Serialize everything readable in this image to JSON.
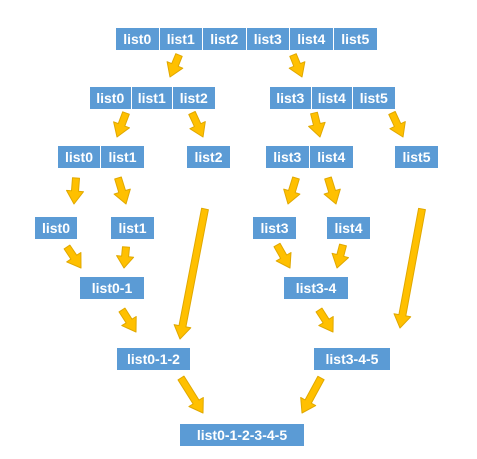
{
  "diagram": {
    "top_row": [
      "list0",
      "list1",
      "list2",
      "list3",
      "list4",
      "list5"
    ],
    "level2_left": [
      "list0",
      "list1",
      "list2"
    ],
    "level2_right": [
      "list3",
      "list4",
      "list5"
    ],
    "level3_left_pair": [
      "list0",
      "list1"
    ],
    "level3_left_single": "list2",
    "level3_right_pair": [
      "list3",
      "list4"
    ],
    "level3_right_single": "list5",
    "level4": {
      "list0": "list0",
      "list1": "list1",
      "list3": "list3",
      "list4": "list4"
    },
    "merge_left_1": "list0-1",
    "merge_right_1": "list3-4",
    "merge_left_2": "list0-1-2",
    "merge_right_2": "list3-4-5",
    "merge_final": "list0-1-2-3-4-5"
  },
  "colors": {
    "box_fill": "#5b9bd5",
    "box_text": "#ffffff",
    "arrow_fill": "#ffc000",
    "arrow_stroke": "#e0a800"
  }
}
